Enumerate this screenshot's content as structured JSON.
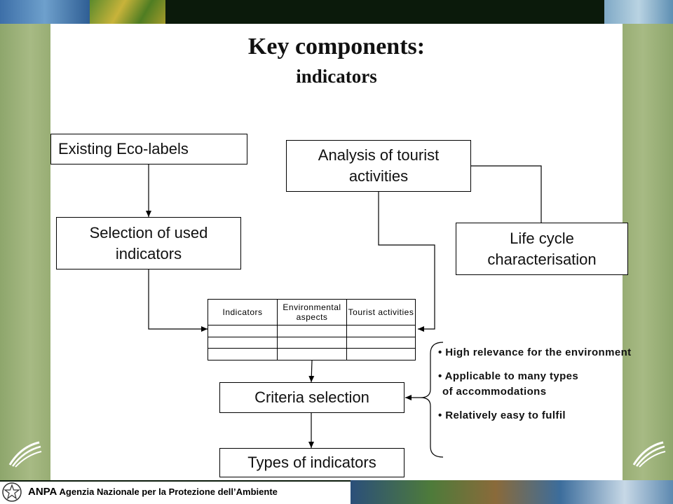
{
  "title": "Key components:",
  "subtitle": "indicators",
  "boxes": {
    "existing_eco_labels": "Existing Eco-labels",
    "analysis_tourist": "Analysis of tourist activities",
    "selection_indicators": "Selection of used indicators",
    "life_cycle": "Life cycle characterisation",
    "criteria_selection": "Criteria selection",
    "types_indicators": "Types of indicators"
  },
  "table": {
    "headers": [
      "Indicators",
      "Environmental aspects",
      "Tourist activities"
    ]
  },
  "criteria": [
    "High relevance for the environment",
    "Applicable to many types",
    "of accommodations",
    "Relatively easy to fulfil"
  ],
  "footer": {
    "acronym": "ANPA",
    "agency": "Agenzia Nazionale per la Protezione dell’Ambiente"
  },
  "colors": {
    "side_green": "#9db07a",
    "dark_band": "#0b1a0b"
  }
}
